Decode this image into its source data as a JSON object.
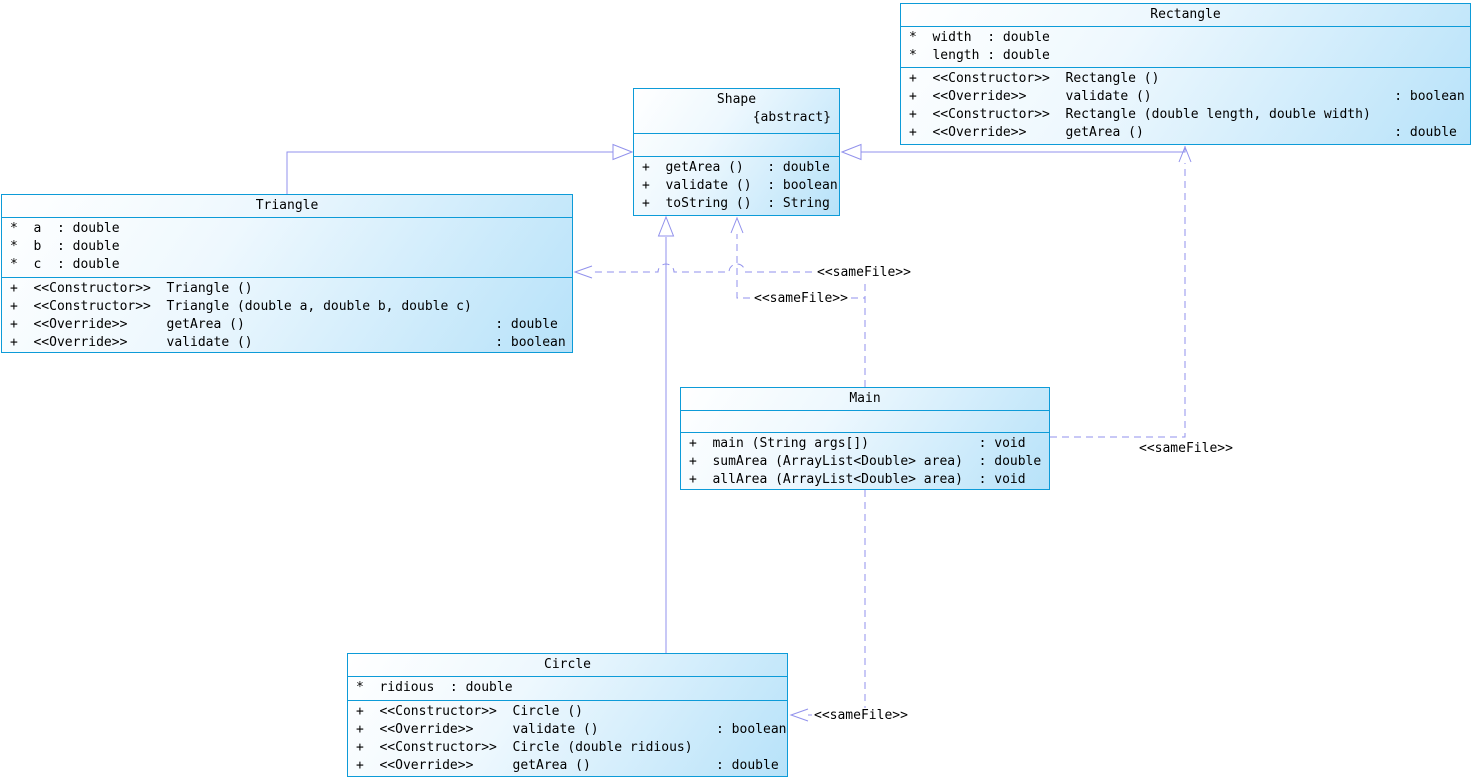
{
  "diagram": {
    "kind": "uml-class-diagram",
    "box_border_color": "#0d9bd8",
    "box_fill_top": "#ffffff",
    "box_fill_bottom": "#b7e2f9",
    "edge_color": "#9191ec",
    "text_color": "#000000"
  },
  "classes": [
    {
      "name": "Shape",
      "modifier": "{abstract}",
      "attributes": [],
      "methods": [
        "+  getArea ()   : double",
        "+  validate ()  : boolean",
        "+  toString ()  : String"
      ]
    },
    {
      "name": "Rectangle",
      "attributes": [
        "*  width  : double",
        "*  length : double"
      ],
      "methods": [
        "+  <<Constructor>>  Rectangle ()",
        "+  <<Override>>     validate ()                               : boolean",
        "+  <<Constructor>>  Rectangle (double length, double width)",
        "+  <<Override>>     getArea ()                                : double"
      ]
    },
    {
      "name": "Triangle",
      "attributes": [
        "*  a  : double",
        "*  b  : double",
        "*  c  : double"
      ],
      "methods": [
        "+  <<Constructor>>  Triangle ()",
        "+  <<Constructor>>  Triangle (double a, double b, double c)",
        "+  <<Override>>     getArea ()                                : double",
        "+  <<Override>>     validate ()                               : boolean"
      ]
    },
    {
      "name": "Main",
      "attributes": [],
      "methods": [
        "+  main (String args[])              : void",
        "+  sumArea (ArrayList<Double> area)  : double",
        "+  allArea (ArrayList<Double> area)  : void"
      ]
    },
    {
      "name": "Circle",
      "attributes": [
        "*  ridious  : double"
      ],
      "methods": [
        "+  <<Constructor>>  Circle ()",
        "+  <<Override>>     validate ()               : boolean",
        "+  <<Constructor>>  Circle (double ridious)",
        "+  <<Override>>     getArea ()                : double"
      ]
    }
  ],
  "edges": [
    {
      "id": "triangle-extends-shape",
      "type": "generalization",
      "from": "Triangle",
      "to": "Shape"
    },
    {
      "id": "rectangle-extends-shape",
      "type": "generalization",
      "from": "Rectangle",
      "to": "Shape"
    },
    {
      "id": "circle-extends-shape",
      "type": "generalization",
      "from": "Circle",
      "to": "Shape"
    },
    {
      "id": "main-depends-shape",
      "type": "dependency",
      "from": "Main",
      "to": "Shape",
      "label": "<<sameFile>>"
    },
    {
      "id": "main-depends-triangle",
      "type": "dependency",
      "from": "Main",
      "to": "Triangle",
      "label": "<<sameFile>>"
    },
    {
      "id": "main-depends-rectangle",
      "type": "dependency",
      "from": "Main",
      "to": "Rectangle",
      "label": "<<sameFile>>"
    },
    {
      "id": "main-depends-circle",
      "type": "dependency",
      "from": "Main",
      "to": "Circle",
      "label": "<<sameFile>>"
    }
  ]
}
